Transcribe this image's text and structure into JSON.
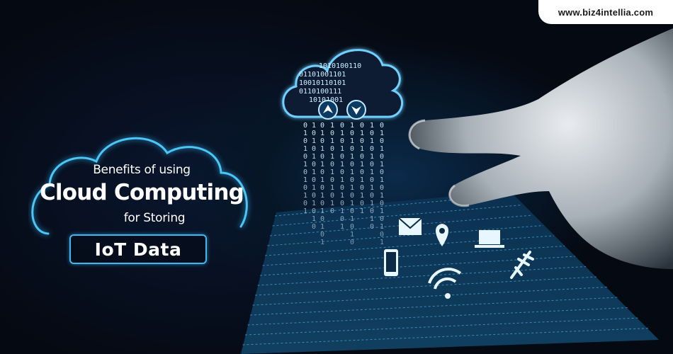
{
  "site": {
    "url": "www.biz4intellia.com"
  },
  "headline": {
    "line1": "Benefits of using",
    "line2": "Cloud Computing",
    "line3": "for Storing",
    "badge": "IoT Data"
  },
  "illustration": {
    "icons": [
      "cloud-icon",
      "upload-arrow-icon",
      "download-arrow-icon",
      "envelope-icon",
      "location-pin-icon",
      "laptop-icon",
      "smartphone-icon",
      "wifi-icon",
      "airplane-icon"
    ],
    "colors": {
      "background": "#05070d",
      "glow": "#3fb8f0",
      "text": "#ffffff"
    }
  }
}
